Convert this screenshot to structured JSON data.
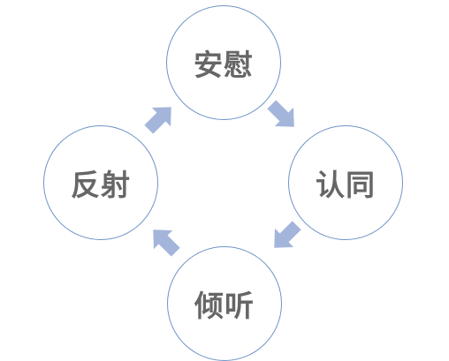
{
  "cycle": {
    "top_label": "安慰",
    "right_label": "认同",
    "bottom_label": "倾听",
    "left_label": "反射"
  },
  "colors": {
    "circle_border": "#6f94c6",
    "arrow_fill": "#a4b5dc",
    "label_text": "#666666"
  },
  "icons": {
    "arrow": "chevron-arrow-icon"
  }
}
